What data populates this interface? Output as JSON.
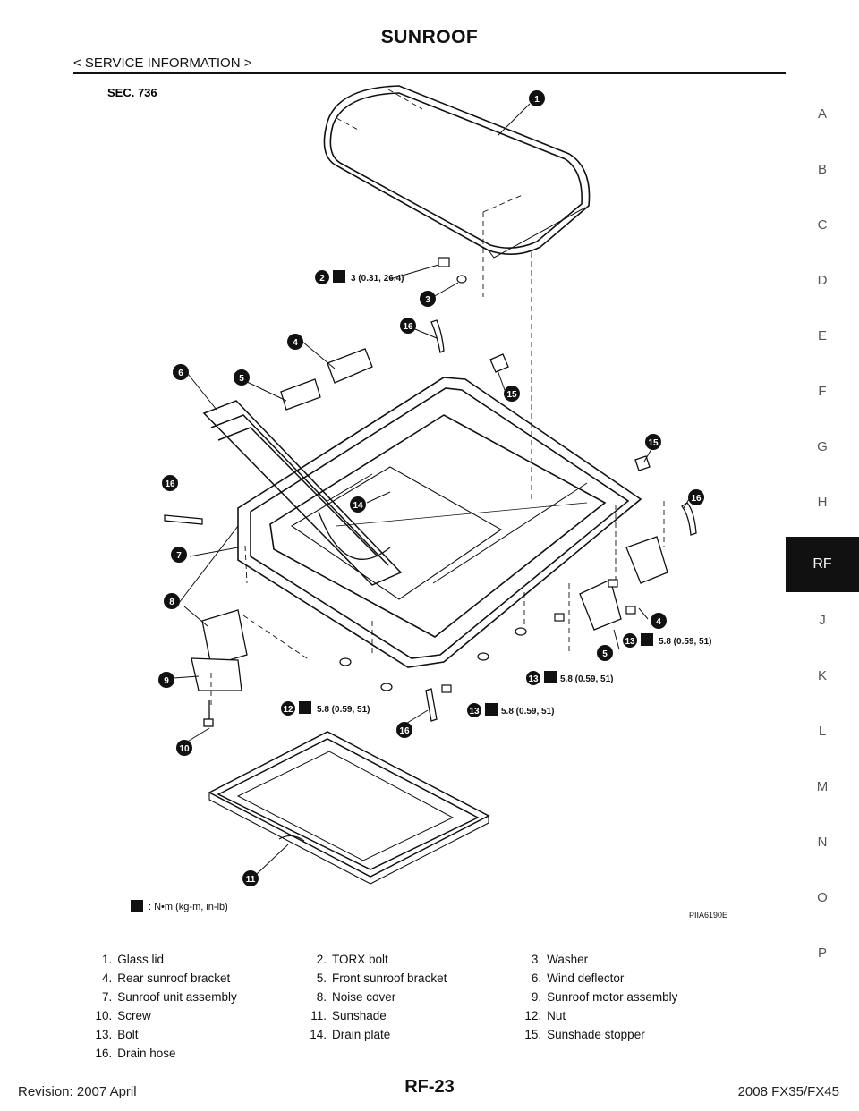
{
  "header": {
    "title": "SUNROOF",
    "section": "< SERVICE INFORMATION >"
  },
  "side_index": [
    "A",
    "B",
    "C",
    "D",
    "E",
    "F",
    "G",
    "H",
    "RF",
    "J",
    "K",
    "L",
    "M",
    "N",
    "O",
    "P"
  ],
  "side_index_active": "RF",
  "figure": {
    "sec": "SEC. 736",
    "figure_id": "PIIA6190E",
    "legend_text": ": N•m (kg-m, in-lb)",
    "torque_labels": [
      {
        "id": "2",
        "value": "3 (0.31, 26.4)"
      },
      {
        "id": "13",
        "value": "5.8 (0.59, 51)"
      },
      {
        "id": "13",
        "value": "5.8 (0.59, 51)"
      },
      {
        "id": "12",
        "value": "5.8 (0.59, 51)"
      },
      {
        "id": "13",
        "value": "5.8 (0.59, 51)"
      }
    ],
    "callouts": [
      "1",
      "3",
      "16",
      "4",
      "15",
      "6",
      "5",
      "15",
      "16",
      "14",
      "16",
      "7",
      "8",
      "9",
      "4",
      "5",
      "10",
      "16",
      "11"
    ]
  },
  "parts": [
    [
      "1.",
      "Glass lid",
      "2.",
      "TORX bolt",
      "3.",
      "Washer"
    ],
    [
      "4.",
      "Rear sunroof bracket",
      "5.",
      "Front sunroof bracket",
      "6.",
      "Wind deflector"
    ],
    [
      "7.",
      "Sunroof unit assembly",
      "8.",
      "Noise cover",
      "9.",
      "Sunroof motor assembly"
    ],
    [
      "10.",
      "Screw",
      "11.",
      "Sunshade",
      "12.",
      "Nut"
    ],
    [
      "13.",
      "Bolt",
      "14.",
      "Drain plate",
      "15.",
      "Sunshade stopper"
    ],
    [
      "16.",
      "Drain hose",
      "",
      "",
      "",
      ""
    ]
  ],
  "footer": {
    "revision": "Revision: 2007 April",
    "page": "RF-23",
    "model": "2008 FX35/FX45"
  }
}
